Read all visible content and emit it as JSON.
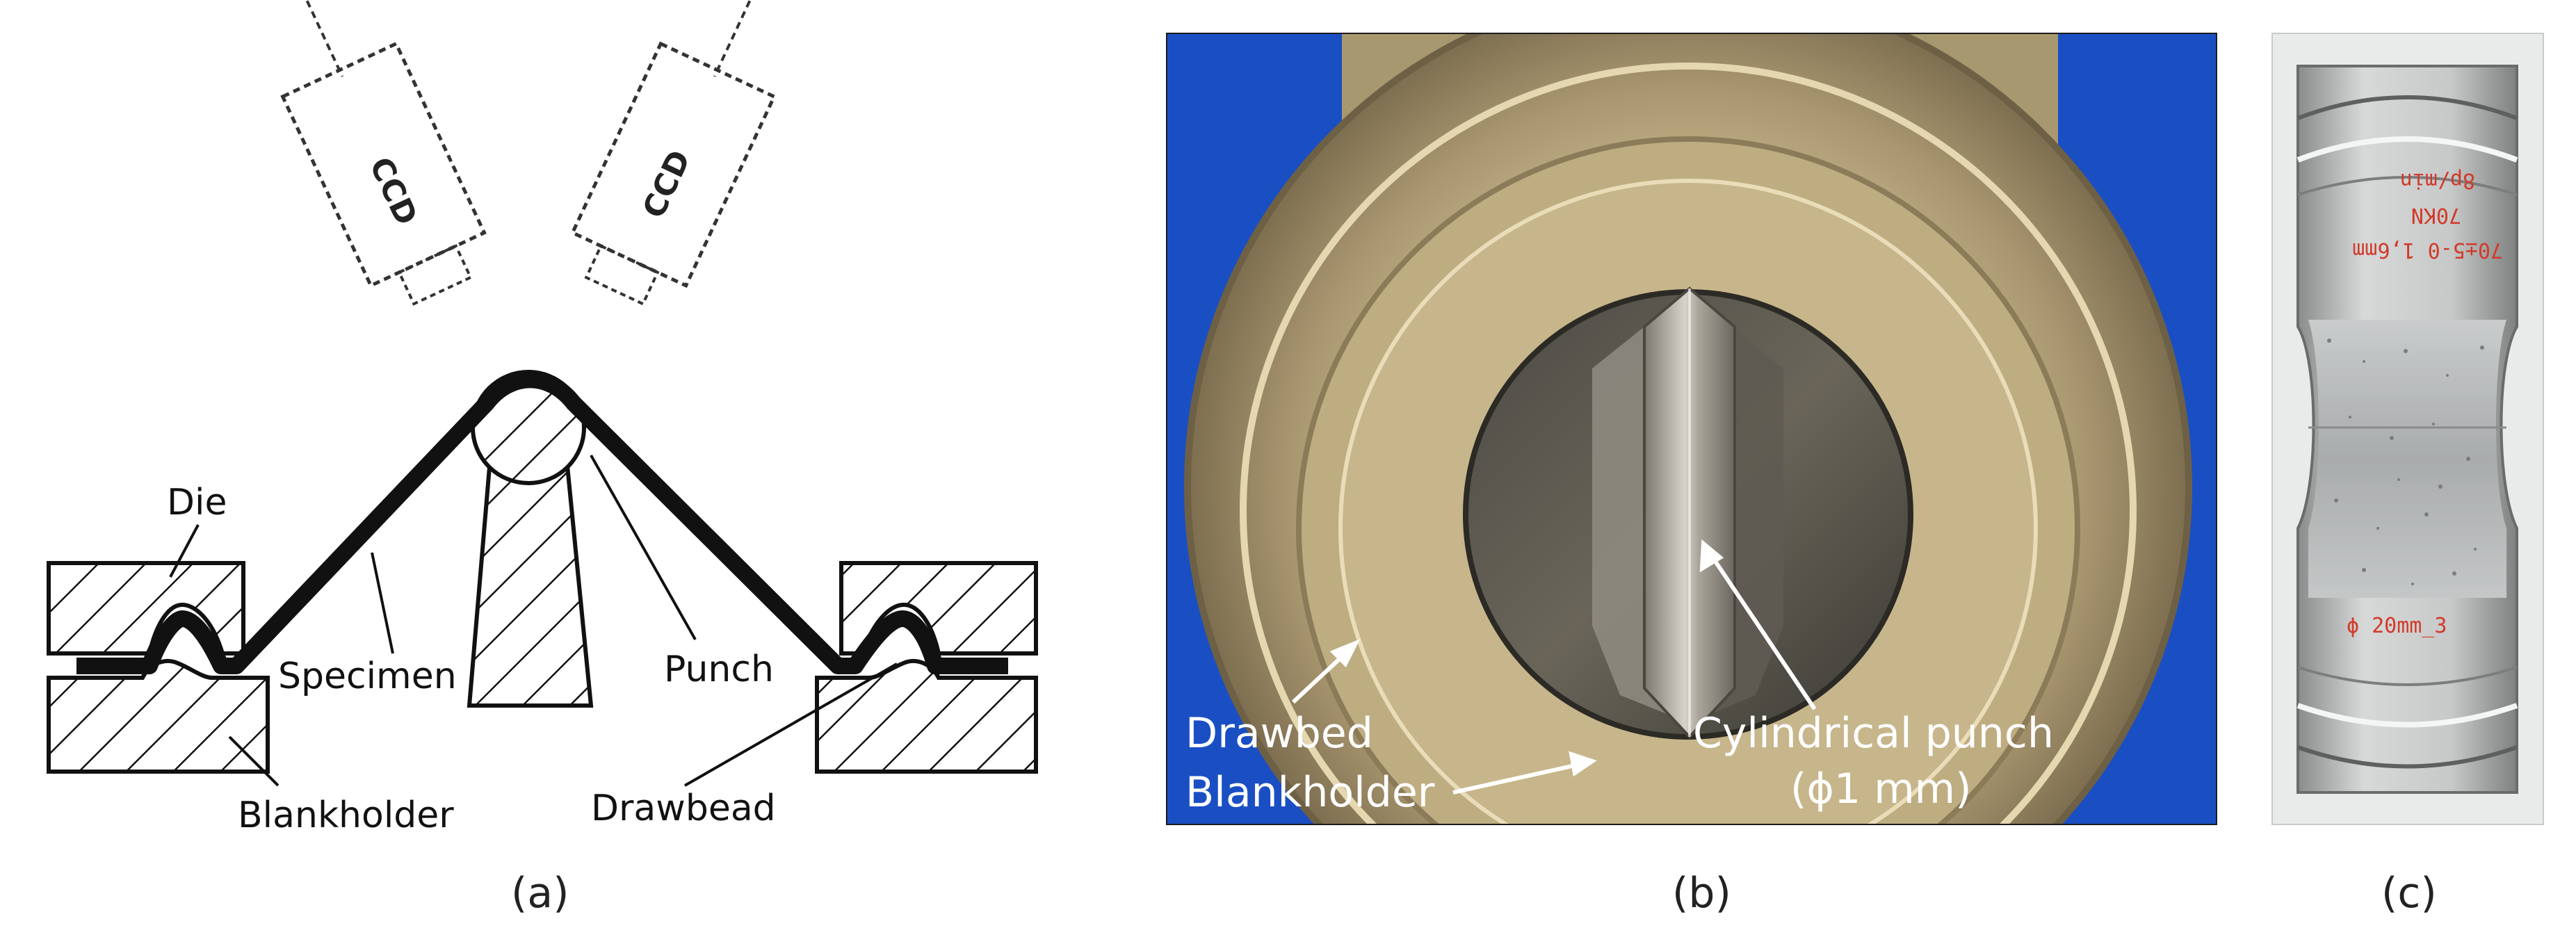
{
  "panel_a": {
    "camera_left_label": "CCD",
    "camera_right_label": "CCD",
    "label_die": "Die",
    "label_specimen": "Specimen",
    "label_punch": "Punch",
    "label_blankholder": "Blankholder",
    "label_drawbead": "Drawbead",
    "caption": "(a)"
  },
  "panel_b": {
    "label_drawbed": "Drawbed",
    "label_blankholder": "Blankholder",
    "label_punch_line1": "Cylindrical punch",
    "label_punch_line2": "(ϕ1 mm)",
    "caption": "(b)"
  },
  "panel_c": {
    "note_line1": "8p/min",
    "note_line2": "70KN",
    "note_line3": "70±5-0 1,6mm",
    "note_line4": "ϕ 20mm_3",
    "caption": "(c)"
  },
  "colors": {
    "blue_background": "#1a4fc4",
    "steel": "#b3a07a",
    "specimen_black": "#111111"
  }
}
